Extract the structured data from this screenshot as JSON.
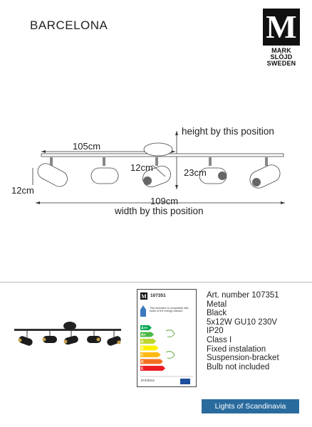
{
  "title": "BARCELONA",
  "logo": {
    "letter": "M",
    "line1": "MARK",
    "line2": "SLÖJD",
    "line3": "SWEDEN"
  },
  "dimensions": {
    "height_label": "height by this position",
    "length_105": "105cm",
    "spot_12_left": "12cm",
    "spot_12_center": "12cm",
    "height_23": "23cm",
    "width_109": "109cm",
    "width_label": "width by this position"
  },
  "energy_label": {
    "article": "107351",
    "note": "This luminaire is compatible with bulbs of the energy classes:",
    "classes": [
      "A++",
      "A+",
      "A",
      "B",
      "C",
      "D",
      "E"
    ],
    "class_colors": [
      "#00a651",
      "#4cb848",
      "#bed630",
      "#fff200",
      "#fdb913",
      "#f37021",
      "#ed1c24"
    ],
    "regulation": "874/2012"
  },
  "specs": [
    "Art. number 107351",
    "Metal",
    "Black",
    "5x12W GU10 230V",
    "IP20",
    "Class I",
    "Fixed instalation",
    "Suspension-bracket",
    "Bulb not included"
  ],
  "footer": "Lights of Scandinavia"
}
